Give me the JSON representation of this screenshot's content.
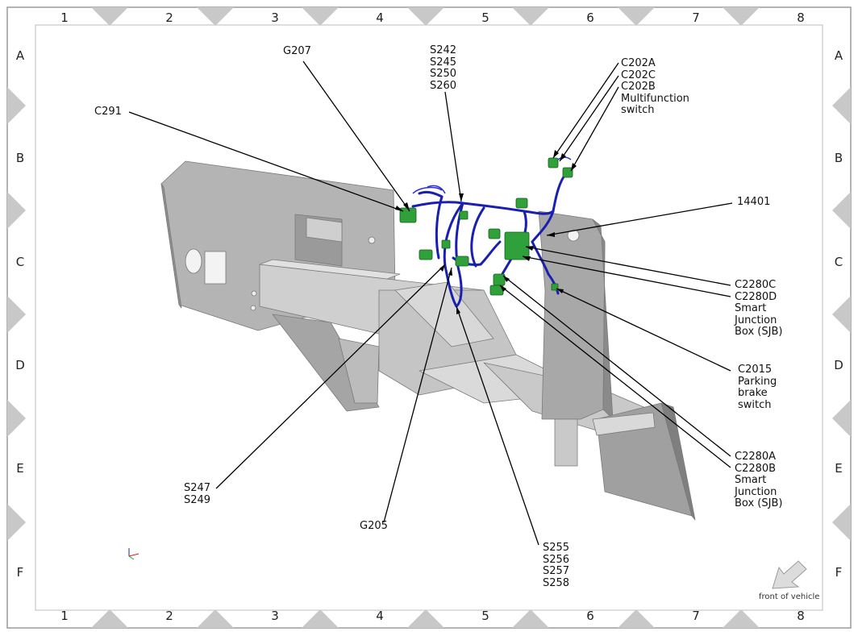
{
  "grid": {
    "columns": [
      "1",
      "2",
      "3",
      "4",
      "5",
      "6",
      "7",
      "8"
    ],
    "rows": [
      "A",
      "B",
      "C",
      "D",
      "E",
      "F"
    ]
  },
  "callouts": {
    "g207": "G207",
    "s242_group": "S242\nS245\nS250\nS260",
    "c202_group": "C202A\nC202C\nC202B\nMultifunction\nswitch",
    "c291": "C291",
    "n14401": "14401",
    "c2280cd_group": "C2280C\nC2280D\nSmart\nJunction\nBox (SJB)",
    "c2015_group": "C2015\nParking\nbrake\nswitch",
    "c2280ab_group": "C2280A\nC2280B\nSmart\nJunction\nBox (SJB)",
    "s247_group": "S247\nS249",
    "g205": "G205",
    "s255_group": "S255\nS256\nS257\nS258"
  },
  "front_of_vehicle": "front of vehicle",
  "colors": {
    "harness": "#1a1fb0",
    "connector": "#2fa03a",
    "panel": "#a9a9a9",
    "panel_dark": "#8c8c8c",
    "panel_light": "#d2d2d2",
    "border_diamond": "#c8c8c8"
  }
}
